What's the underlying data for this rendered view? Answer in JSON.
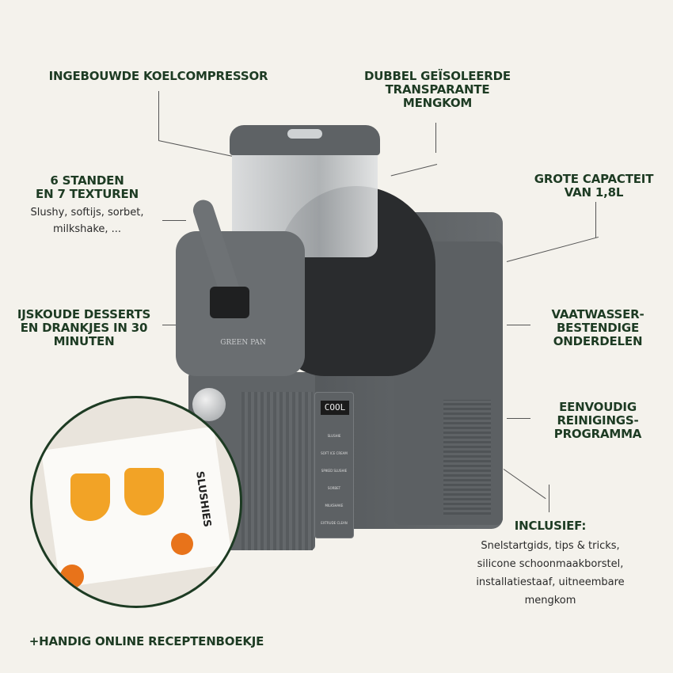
{
  "features": {
    "compressor": "INGEBOUWDE KOELCOMPRESSOR",
    "bowl": [
      "DUBBEL GEÏSOLEERDE",
      "TRANSPARANTE",
      "MENGKOM"
    ],
    "settings": [
      "6 STANDEN",
      "EN 7 TEXTUREN"
    ],
    "settings_sub": [
      "Slushy, softijs, sorbet,",
      "milkshake, ..."
    ],
    "capacity": [
      "GROTE CAPACTEIT",
      "VAN 1,8L"
    ],
    "desserts": [
      "IJSKOUDE DESSERTS",
      "EN DRANKJES IN 30",
      "MINUTEN"
    ],
    "dishwasher": [
      "VAATWASSER-",
      "BESTENDIGE",
      "ONDERDELEN"
    ],
    "cleaning": [
      "EENVOUDIG",
      "REINIGINGS-",
      "PROGRAMMA"
    ],
    "included": "INCLUSIEF:",
    "included_sub": [
      "Snelstartgids, tips & tricks,",
      "silicone schoonmaakborstel,",
      "installatiestaaf, uitneembare",
      "mengkom"
    ],
    "recipes": "+HANDIG ONLINE RECEPTENBOEKJE"
  },
  "machine": {
    "brand": "GREEN PAN",
    "display": "COOL",
    "programs": [
      "SLUSHIE",
      "SOFT ICE CREAM",
      "SPIKED SLUSHIE",
      "SORBET",
      "MILKSHAKE",
      "EXTRUDE CLEAN"
    ]
  },
  "booklet": {
    "title": "SLUSHIES"
  },
  "colors": {
    "text": "#1d3b23",
    "background": "#f4f2ec",
    "machine": "#5e6265"
  }
}
